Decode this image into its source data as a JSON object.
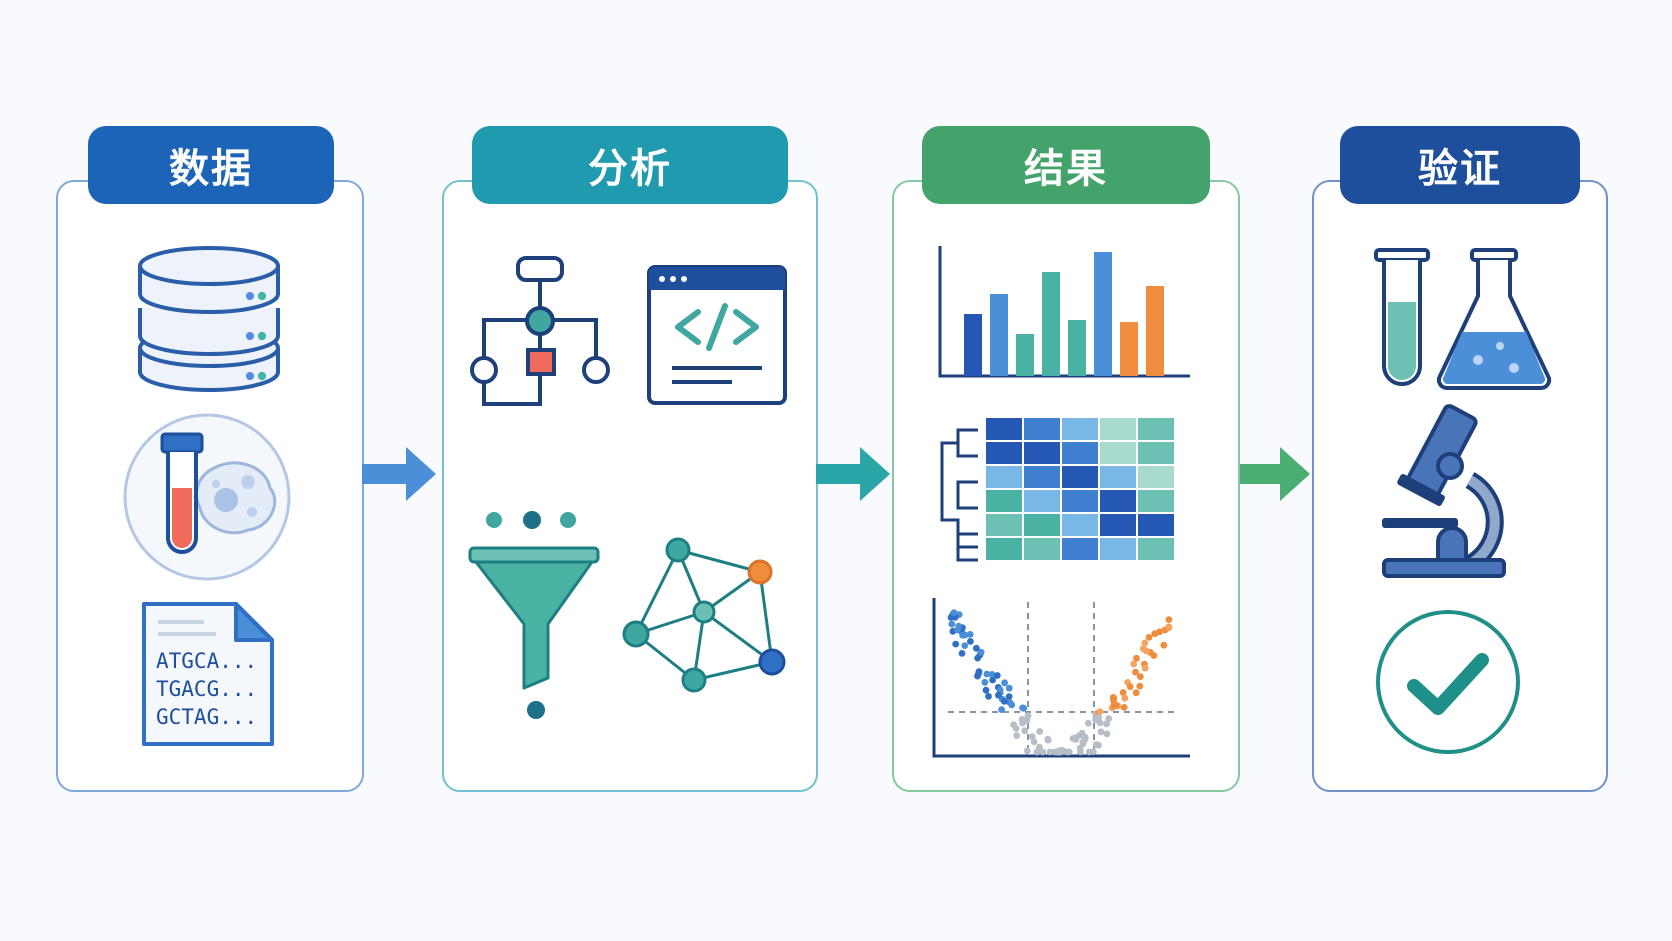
{
  "stages": [
    {
      "title": "数据",
      "color": "#1c64b8",
      "border": "#7fa8dc"
    },
    {
      "title": "分析",
      "color": "#1f9aaf",
      "border": "#72c2cf"
    },
    {
      "title": "结果",
      "color": "#43a36b",
      "border": "#86c9a0"
    },
    {
      "title": "验证",
      "color": "#1d4f9c",
      "border": "#6f92c8"
    }
  ],
  "dna": {
    "line1": "ATGCA...",
    "line2": "TGACG...",
    "line3": "GCTAG..."
  },
  "icons": [
    "database-icon",
    "sample-tube-cell-icon",
    "sequence-file-icon",
    "flowchart-icon",
    "code-window-icon",
    "funnel-filter-icon",
    "network-graph-icon",
    "bar-chart-icon",
    "heatmap-icon",
    "volcano-plot-icon",
    "test-tube-flask-icon",
    "microscope-icon",
    "check-circle-icon"
  ],
  "colors": {
    "blue": "#2f6fc4",
    "teal": "#3fa79f",
    "green": "#4aae72",
    "orange": "#f08c3e",
    "red": "#ef6b5b",
    "navy": "#1d3f7a"
  }
}
